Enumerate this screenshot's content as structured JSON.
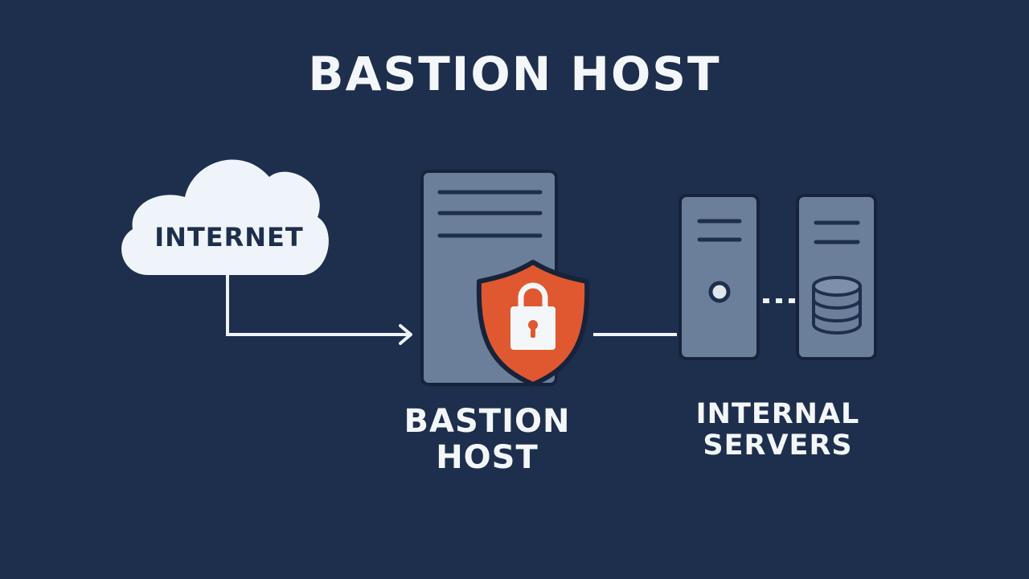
{
  "title": "BASTION HOST",
  "nodes": {
    "internet": {
      "label": "INTERNET",
      "icon": "cloud-icon"
    },
    "bastion": {
      "label_line1": "BASTION",
      "label_line2": "HOST",
      "icon": "server-icon",
      "badge_icon": "shield-lock-icon"
    },
    "internal": {
      "label_line1": "INTERNAL",
      "label_line2": "SERVERS",
      "icons": [
        "server-icon",
        "database-server-icon"
      ]
    }
  },
  "connections": [
    {
      "from": "internet",
      "to": "bastion",
      "style": "arrow"
    },
    {
      "from": "bastion",
      "to": "internal",
      "style": "solid"
    },
    {
      "from": "internal-server-1",
      "to": "internal-server-2",
      "style": "dotted"
    }
  ],
  "colors": {
    "background": "#1e2f4d",
    "server": "#6b7f9a",
    "shield": "#e0582f",
    "text": "#f4f7fa"
  }
}
